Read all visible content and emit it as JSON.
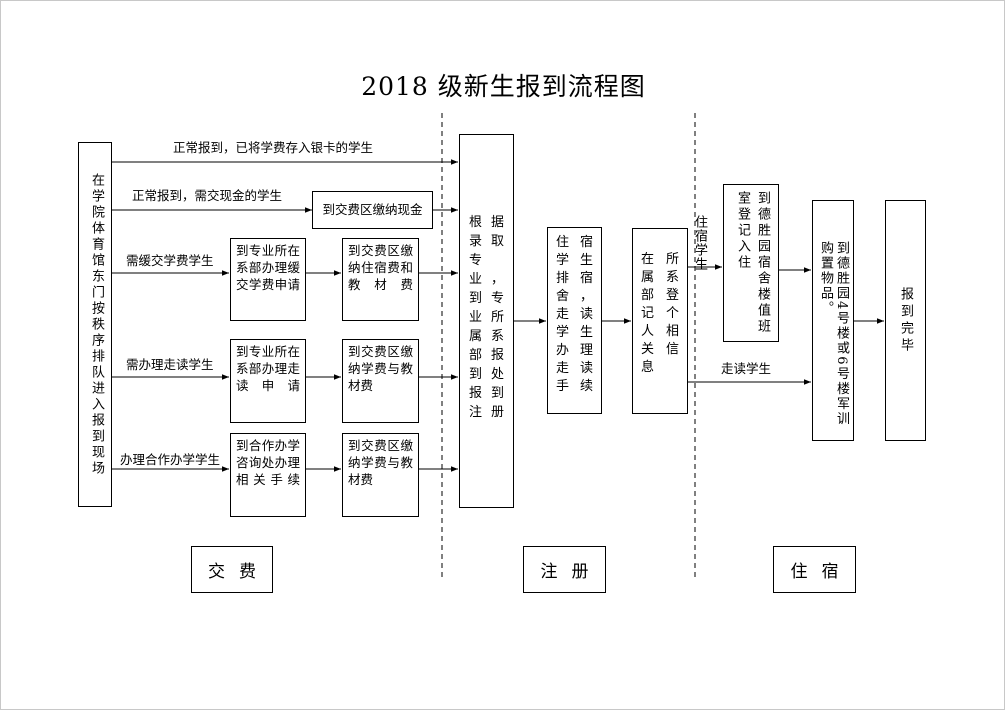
{
  "title": "2018 级新生报到流程图",
  "start_box": "在学院体育馆东门按秩序排队进入报到现场",
  "paths": {
    "bank_card": "正常报到，已将学费存入银卡的学生",
    "cash": "正常报到，需交现金的学生",
    "deferred": "需缓交学费学生",
    "commuting": "需办理走读学生",
    "cooperative": "办理合作办学学生"
  },
  "boxes": {
    "cash_pay": "到交费区缴纳现金",
    "deferred_apply": "到专业所在系部办理缓交学费申请",
    "deferred_pay": "到交费区缴纳住宿费和教材费",
    "commuting_apply": "到专业所在系部办理走读申请",
    "commuting_pay": "到交费区缴纳学费与教材费",
    "coop_apply": "到合作办学咨询处办理相关手续",
    "coop_pay": "到交费区缴纳学费与教材费"
  },
  "register_box": "根据录取专业，到专业所属系部报到处报到注册",
  "dorm_arrange": "住宿学生排宿舍，走读学生办理走读手续",
  "dept_register": "在所属系部登记个人相关信息",
  "labels": {
    "boarding": "住宿学生",
    "commuting_student": "走读学生"
  },
  "dorm_checkin": "到德胜园宿舍楼值班室登记入住",
  "pickup": "到德胜园4号楼或6号楼军训购置物品。",
  "finish": "报到完毕",
  "sections": {
    "payment": "交费",
    "registration": "注册",
    "accommodation": "住宿"
  }
}
